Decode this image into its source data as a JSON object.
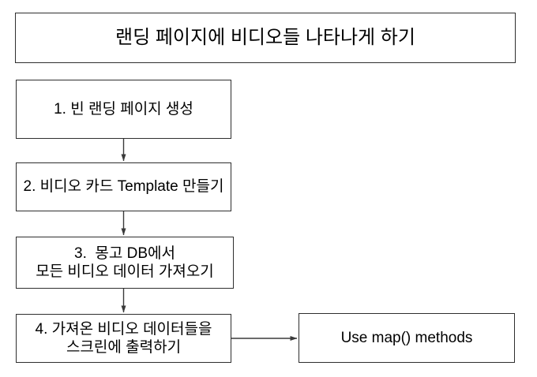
{
  "title": {
    "text": "랜딩 페이지에 비디오들 나타나게 하기"
  },
  "flow": {
    "steps": [
      {
        "id": 1,
        "lines": [
          "1. 빈 랜딩 페이지 생성"
        ]
      },
      {
        "id": 2,
        "lines": [
          "2. 비디오 카드 Template 만들기"
        ]
      },
      {
        "id": 3,
        "lines": [
          "3.  몽고 DB에서",
          "모든 비디오 데이터 가져오기"
        ]
      },
      {
        "id": 4,
        "lines": [
          "4. 가져온 비디오 데이터들을",
          "스크린에 출력하기"
        ]
      }
    ],
    "side_note": {
      "text": "Use map() methods"
    }
  },
  "colors": {
    "background": "#ffffff",
    "box_fill": "#ffffff",
    "box_border": "#2e2e2e",
    "arrow": "#3a3a3a",
    "text": "#000000"
  }
}
